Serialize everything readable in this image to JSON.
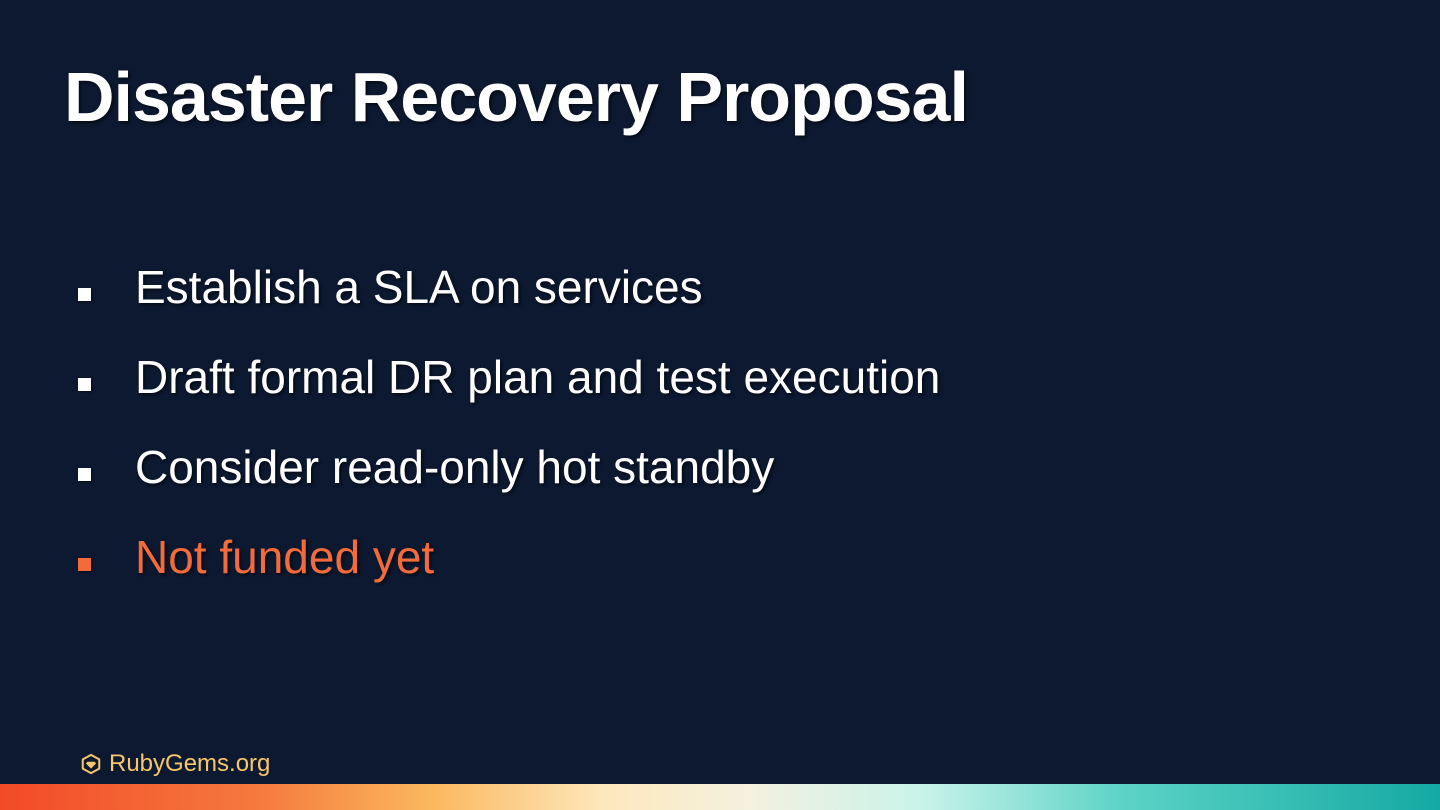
{
  "slide": {
    "title": "Disaster Recovery Proposal",
    "bullets": [
      {
        "text": "Establish a SLA on services",
        "highlight": false
      },
      {
        "text": "Draft formal DR plan and test execution",
        "highlight": false
      },
      {
        "text": "Consider read-only hot standby",
        "highlight": false
      },
      {
        "text": "Not funded yet",
        "highlight": true
      }
    ]
  },
  "footer": {
    "logo_text": "RubyGems.org",
    "logo_icon": "rubygems-gem-icon"
  },
  "colors": {
    "background": "#0c1931",
    "text": "#ffffff",
    "highlight": "#f36b3a",
    "footer_text": "#f7c66a"
  }
}
